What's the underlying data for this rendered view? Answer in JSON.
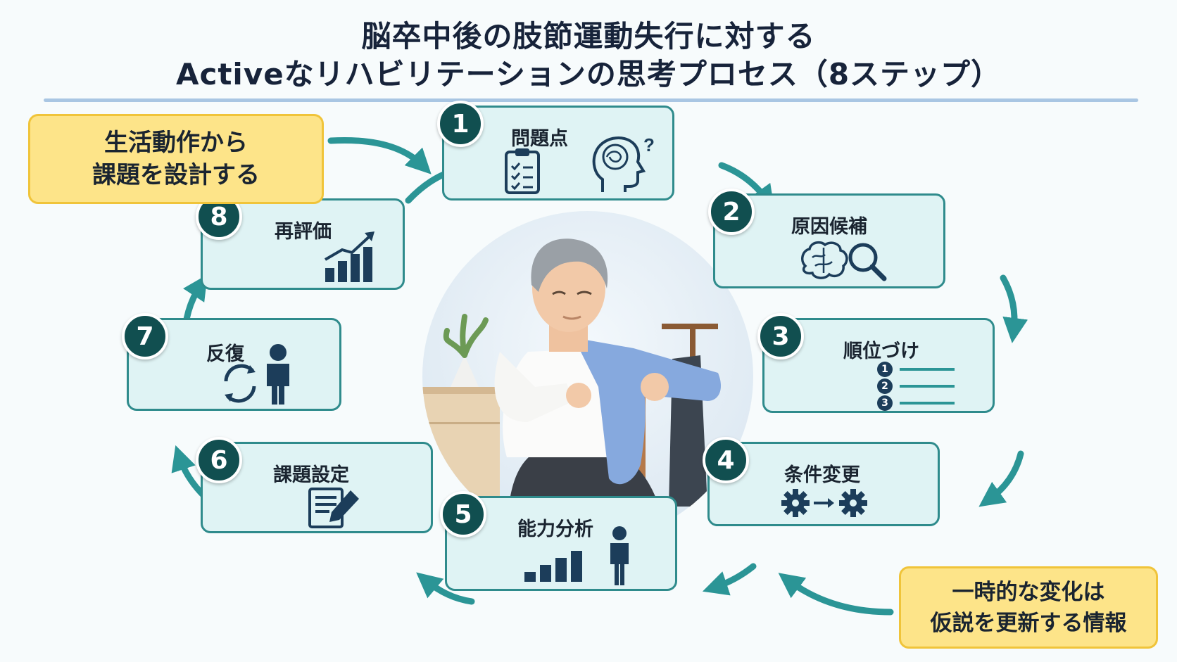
{
  "title": {
    "line1": "脳卒中後の肢節運動失行に対する",
    "line2": "Activeなリハビリテーションの思考プロセス（8ステップ）"
  },
  "steps": [
    {
      "number": "1",
      "label": "問題点",
      "icon": "clipboard-checklist-icon, head-brain-question-icon"
    },
    {
      "number": "2",
      "label": "原因候補",
      "icon": "brain-magnifier-icon"
    },
    {
      "number": "3",
      "label": "順位づけ",
      "icon": "numbered-list-icon"
    },
    {
      "number": "4",
      "label": "条件変更",
      "icon": "gear-arrow-gear-icon"
    },
    {
      "number": "5",
      "label": "能力分析",
      "icon": "bar-chart-person-icon"
    },
    {
      "number": "6",
      "label": "課題設定",
      "icon": "document-pencil-icon"
    },
    {
      "number": "7",
      "label": "反復",
      "icon": "cycle-person-icon"
    },
    {
      "number": "8",
      "label": "再評価",
      "icon": "growth-chart-icon"
    }
  ],
  "notes": {
    "top": {
      "line1": "生活動作から",
      "line2": "課題を設計する"
    },
    "bottom": {
      "line1": "一時的な変化は",
      "line2": "仮説を更新する情報"
    }
  },
  "numbered_list": [
    "1",
    "2",
    "3"
  ],
  "colors": {
    "step_fill": "#dff3f4",
    "step_border": "#2f8b8c",
    "number_badge": "#114f50",
    "arrow": "#2b9596",
    "note_fill": "#fde489",
    "icon": "#1c3d5a"
  }
}
